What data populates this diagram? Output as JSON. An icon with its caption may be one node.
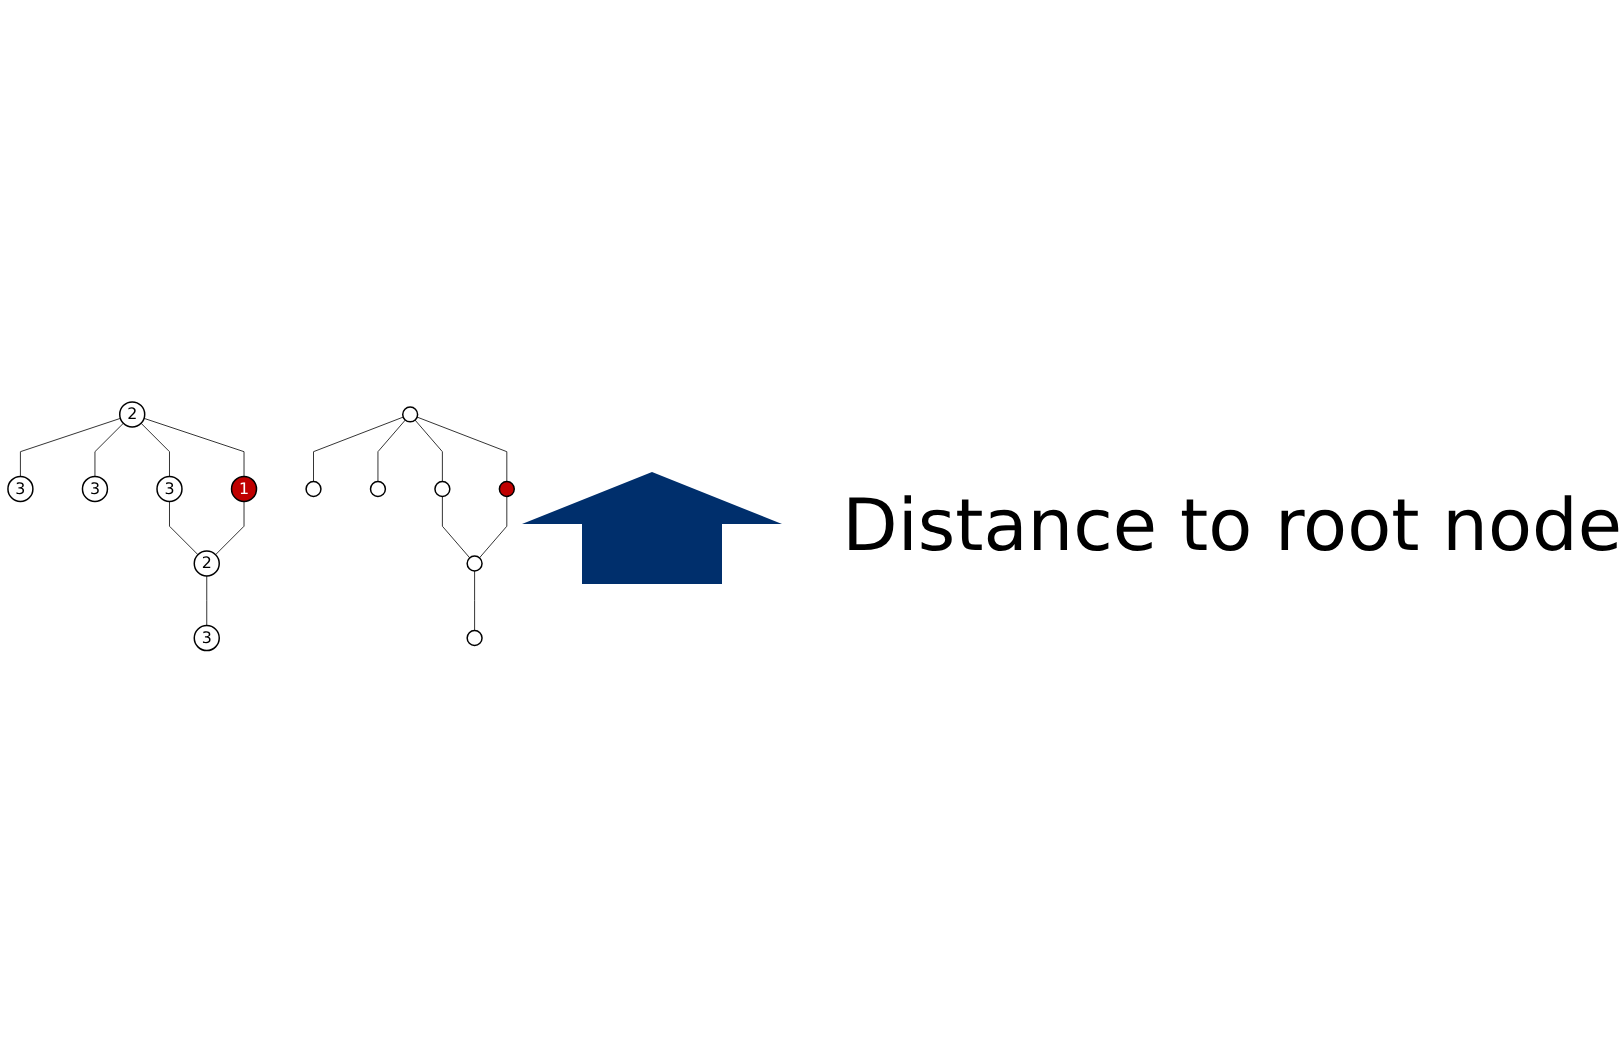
{
  "diagram": {
    "nodes": [
      {
        "text": [
          "2"
        ]
      },
      {
        "text": [
          "3"
        ]
      },
      {
        "text": [
          "3"
        ]
      },
      {
        "text": [
          "3"
        ]
      },
      {
        "text": [
          "1"
        ]
      },
      {
        "text": [
          "2"
        ]
      },
      {
        "text": [
          "3"
        ]
      },
      {
        "text": [],
        "shape": "circle"
      },
      {
        "text": [],
        "shape": "circle"
      },
      {
        "text": [],
        "shape": "circle"
      },
      {
        "text": [],
        "shape": "circle"
      },
      {
        "text": [],
        "shape": "circle"
      },
      {
        "text": [],
        "shape": "circle"
      },
      {
        "text": [],
        "shape": "circle"
      }
    ],
    "edges": [
      {
        "from": 0,
        "to": 1,
        "arrow": "none"
      },
      {
        "from": 0,
        "to": 2,
        "arrow": "none"
      },
      {
        "from": 0,
        "to": 3,
        "arrow": "none"
      },
      {
        "from": 0,
        "to": 4,
        "arrow": "none"
      },
      {
        "from": 3,
        "to": 5,
        "arrow": "none"
      },
      {
        "from": 4,
        "to": 5,
        "arrow": "none"
      },
      {
        "from": 5,
        "to": 6,
        "arrow": "none"
      },
      {
        "from": 7,
        "to": 8,
        "arrow": "none"
      },
      {
        "from": 7,
        "to": 9,
        "arrow": "none"
      },
      {
        "from": 7,
        "to": 10,
        "arrow": "none"
      },
      {
        "from": 7,
        "to": 11,
        "arrow": "none"
      },
      {
        "from": 10,
        "to": 12,
        "arrow": "none"
      },
      {
        "from": 11,
        "to": 12,
        "arrow": "none"
      },
      {
        "from": 12,
        "to": 13,
        "arrow": "none"
      }
    ],
    "labels": [
      "Distance to root node"
    ]
  }
}
